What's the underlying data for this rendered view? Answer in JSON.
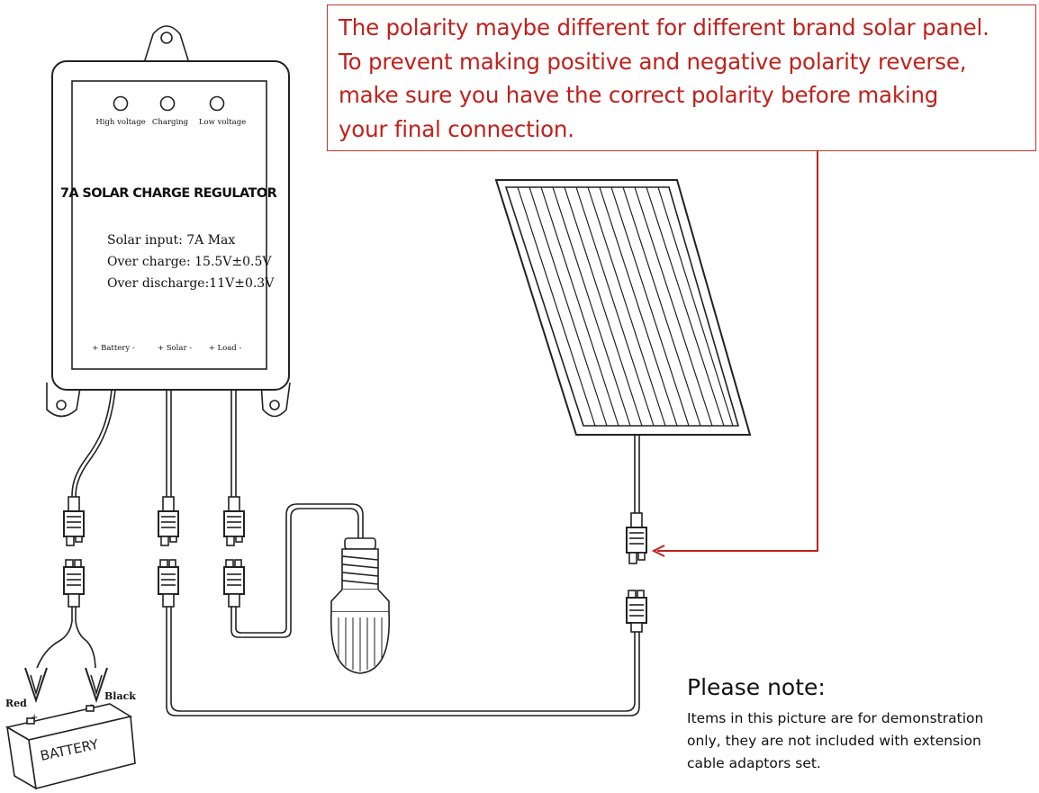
{
  "warning": {
    "lines": [
      "The polarity maybe different for different brand solar panel.",
      "To prevent making positive and negative polarity reverse,",
      "make sure you have the correct polarity before making",
      "your final connection."
    ],
    "color": "#c0211b"
  },
  "regulator": {
    "indicators": [
      "High voltage",
      "Charging",
      "Low voltage"
    ],
    "title": "7A SOLAR CHARGE REGULATOR",
    "specs": [
      "Solar input: 7A Max",
      "Over charge: 15.5V±0.5V",
      "Over discharge:11V±0.3V"
    ],
    "ports": [
      "+ Battery -",
      "+ Solar -",
      "+ Load -"
    ]
  },
  "battery": {
    "label": "BATTERY",
    "clip_red": "Red",
    "clip_black": "Black"
  },
  "note": {
    "title": "Please note:",
    "lines": [
      "Items in this picture are for demonstration",
      "only, they are not included with extension",
      "cable adaptors set."
    ]
  }
}
